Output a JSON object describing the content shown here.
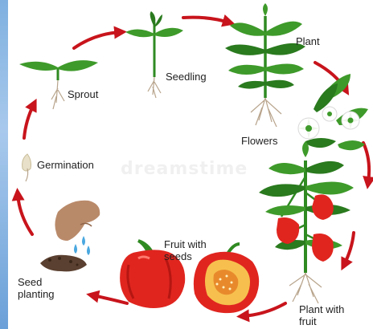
{
  "labels": {
    "sprout": "Sprout",
    "seedling": "Seedling",
    "plant": "Plant",
    "flowers": "Flowers",
    "germination": "Germination",
    "fruit_with_seeds": "Fruit with\nseeds",
    "seed_planting": "Seed\nplanting",
    "plant_with_fruit": "Plant with\nfruit"
  },
  "watermark": "dreamstime",
  "colors": {
    "arrow": "#c8141c",
    "leaf": "#3e9a2a",
    "leaf_dark": "#2a7a1e",
    "stem": "#2f8a22",
    "root": "#b8a48c",
    "pepper": "#e0251f",
    "pepper_dark": "#b51612",
    "pepper_inner": "#f7c04e",
    "flower": "#ffffff",
    "hand": "#b98a6a",
    "soil": "#5a4030",
    "water": "#4aa8e0"
  }
}
